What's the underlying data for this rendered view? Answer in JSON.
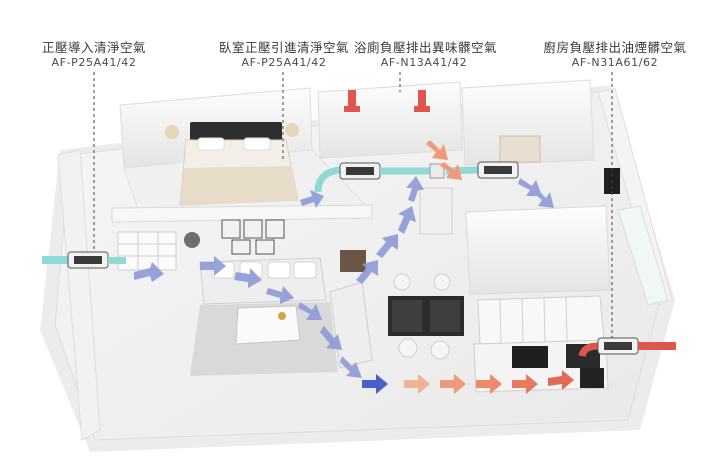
{
  "callouts": [
    {
      "title": "正壓導入清淨空氣",
      "model": "AF-P25A41/42"
    },
    {
      "title": "臥室正壓引進清淨空氣",
      "model": "AF-P25A41/42"
    },
    {
      "title": "浴廁負壓排出異味髒空氣",
      "model": "AF-N13A41/42"
    },
    {
      "title": "廚房負壓排出油煙髒空氣",
      "model": "AF-N31A61/62"
    }
  ],
  "colors": {
    "fresh_air": "#8fd9d6",
    "clean_flow": "#8e9ad8",
    "exhaust": "#e0564c",
    "dirty_flow": "#ee9a7a"
  }
}
